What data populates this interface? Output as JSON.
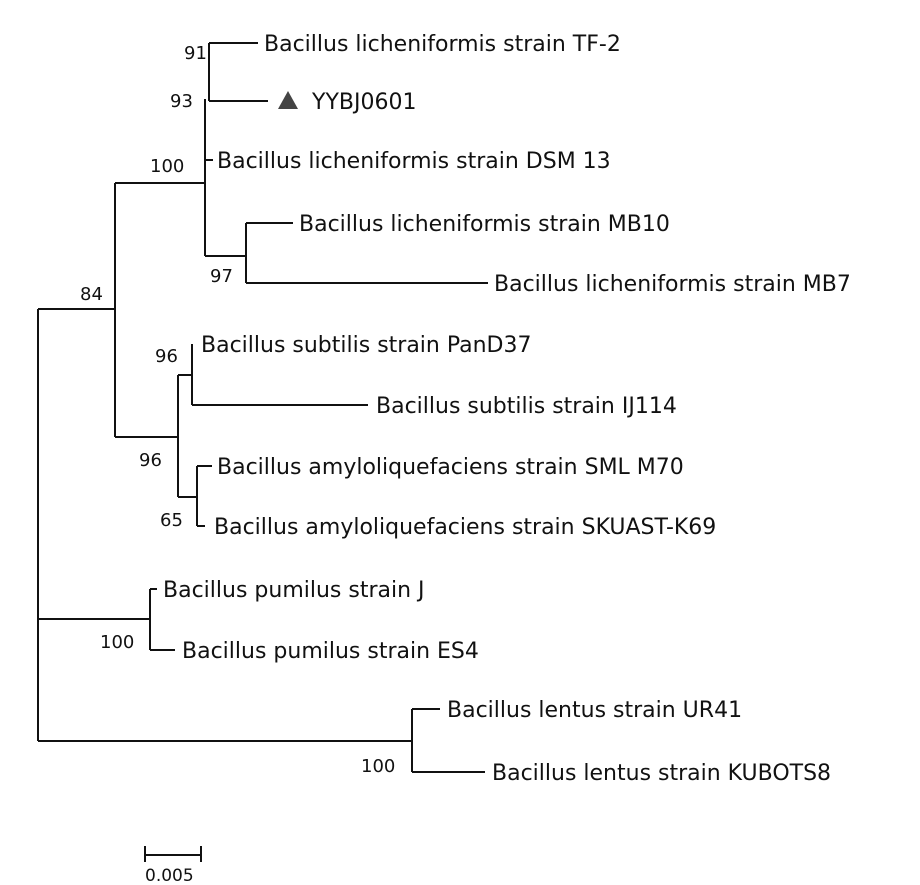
{
  "tree": {
    "leaves": {
      "tf2": "Bacillus licheniformis strain TF-2",
      "yybj": "YYBJ0601",
      "dsm13": "Bacillus licheniformis strain DSM 13",
      "mb10": "Bacillus licheniformis strain MB10",
      "mb7": "Bacillus licheniformis strain MB7",
      "pand37": "Bacillus subtilis strain PanD37",
      "ij114": "Bacillus subtilis strain IJ114",
      "sml": "Bacillus amyloliquefaciens strain SML M70",
      "skuast": "Bacillus amyloliquefaciens strain SKUAST-K69",
      "pumj": "Bacillus pumilus strain J",
      "pumes4": "Bacillus pumilus strain ES4",
      "ur41": "Bacillus lentus strain UR41",
      "kubots": "Bacillus lentus strain KUBOTS8"
    },
    "support": {
      "n91": "91",
      "n93": "93",
      "n100_lich": "100",
      "n97": "97",
      "n84": "84",
      "n96_sub": "96",
      "n96_clade": "96",
      "n65": "65",
      "n100_pum": "100",
      "n100_lentus": "100"
    },
    "marker_icon": "triangle-icon"
  },
  "scale_bar": {
    "label": "0.005"
  }
}
